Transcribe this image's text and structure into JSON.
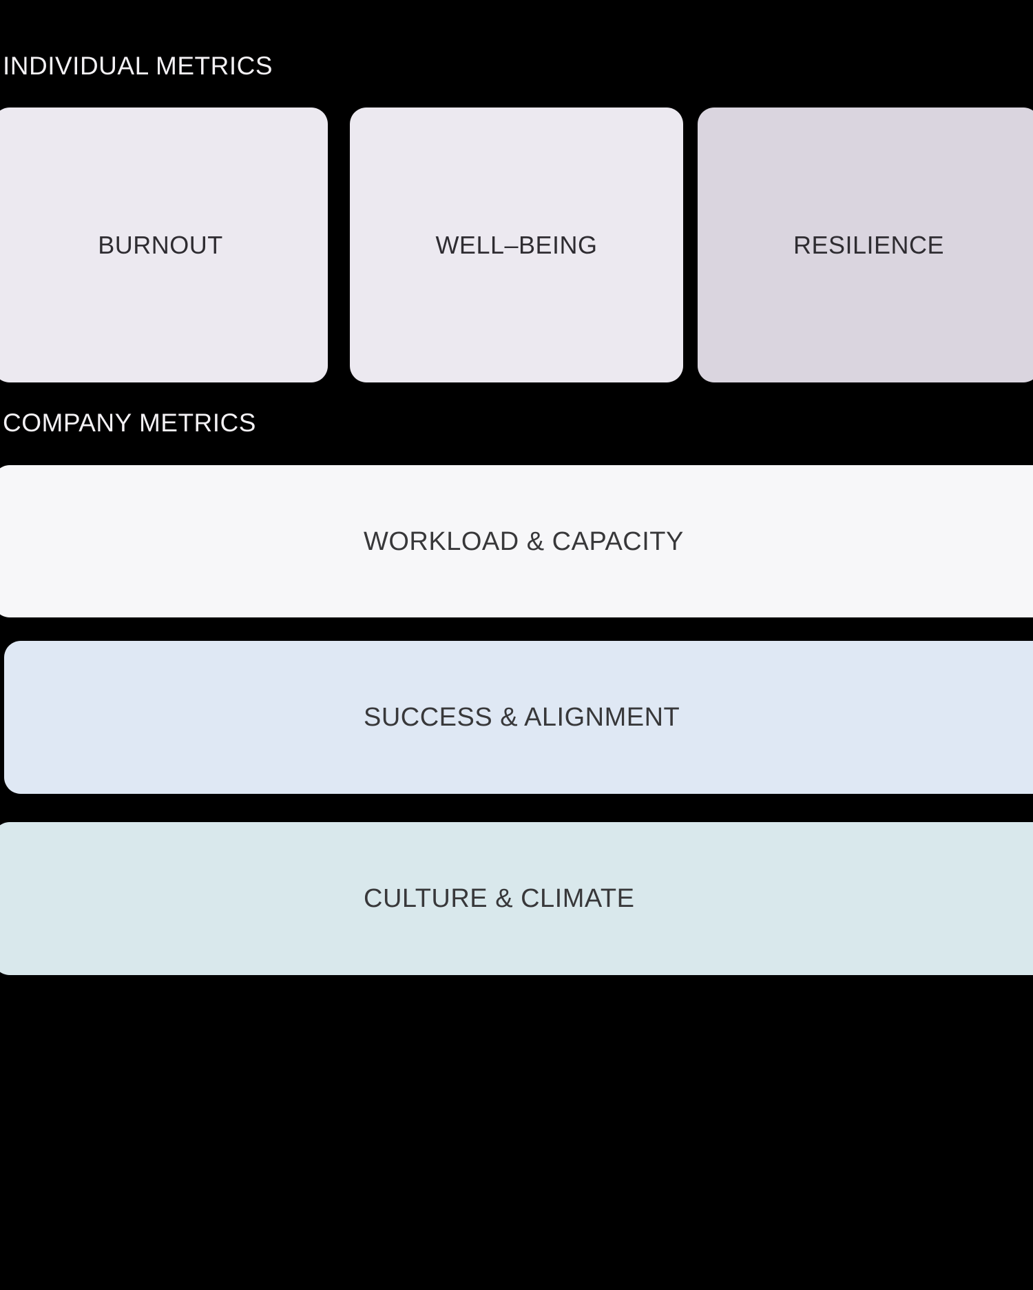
{
  "page": {
    "background": "#000000"
  },
  "colors": {
    "heading_text": "#F3F1F4",
    "card_text": "#2E2C31",
    "row_text": "#38383A"
  },
  "sections": [
    {
      "heading": "INDIVIDUAL METRICS",
      "cards": [
        {
          "label": "BURNOUT",
          "bg": "#ECE9F0"
        },
        {
          "label": "WELL–BEING",
          "bg": "#ECE9F0"
        },
        {
          "label": "RESILIENCE",
          "bg": "#DAD5DF"
        }
      ]
    },
    {
      "heading": "COMPANY METRICS",
      "rows": [
        {
          "label": "WORKLOAD & CAPACITY",
          "bg": "#F7F7F9"
        },
        {
          "label": "SUCCESS & ALIGNMENT",
          "bg": "#DFE8F4"
        },
        {
          "label": "CULTURE & CLIMATE",
          "bg": "#D9E8EC"
        }
      ]
    }
  ]
}
